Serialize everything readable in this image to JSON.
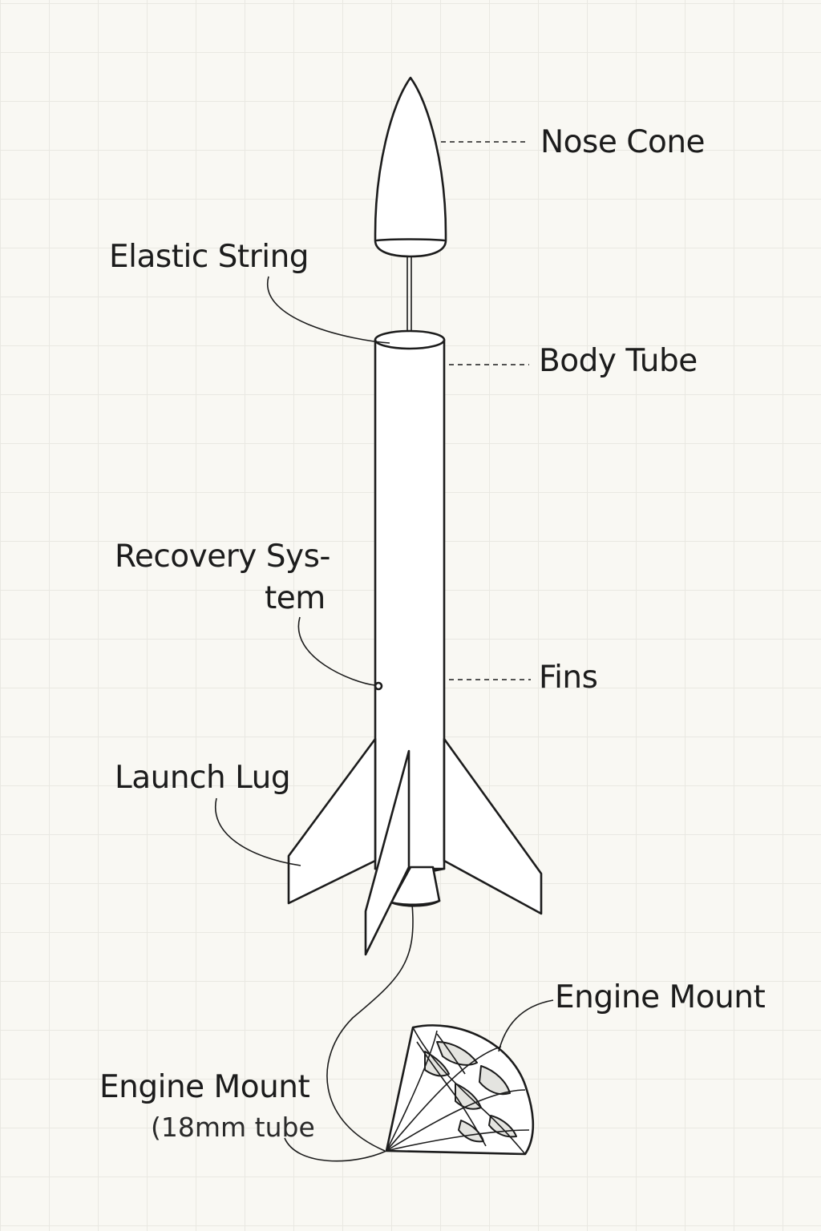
{
  "labels": {
    "nose_cone": "Nose Cone",
    "elastic_string": "Elastic String",
    "body_tube": "Body Tube",
    "recovery_system_line1": "Recovery Sys-",
    "recovery_system_line2": "tem",
    "fins": "Fins",
    "launch_lug": "Launch Lug",
    "engine_mount_right": "Engine Mount",
    "engine_mount_left": "Engine Mount",
    "engine_mount_left_sub": "(18mm tube"
  }
}
